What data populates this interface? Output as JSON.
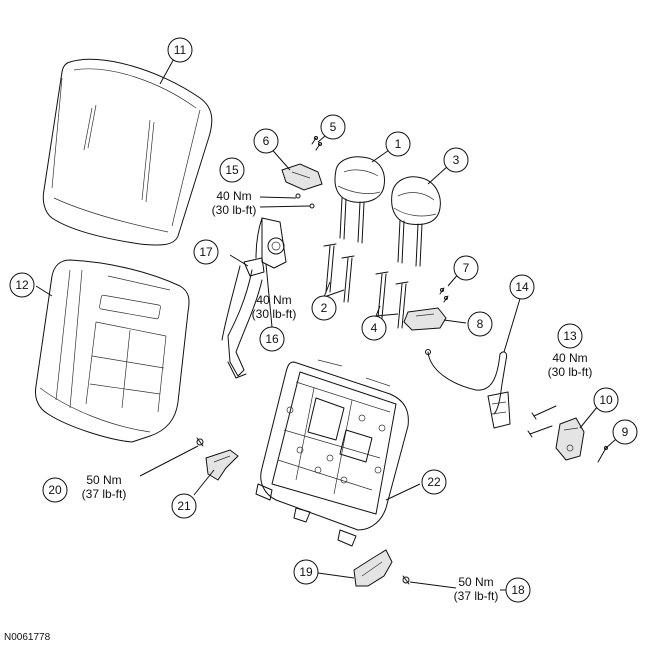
{
  "reference_code": "N0061778",
  "callouts": [
    {
      "id": "callout-1",
      "number": "1"
    },
    {
      "id": "callout-2",
      "number": "2"
    },
    {
      "id": "callout-3",
      "number": "3"
    },
    {
      "id": "callout-4",
      "number": "4"
    },
    {
      "id": "callout-5",
      "number": "5"
    },
    {
      "id": "callout-6",
      "number": "6"
    },
    {
      "id": "callout-7",
      "number": "7"
    },
    {
      "id": "callout-8",
      "number": "8"
    },
    {
      "id": "callout-9",
      "number": "9"
    },
    {
      "id": "callout-10",
      "number": "10"
    },
    {
      "id": "callout-11",
      "number": "11"
    },
    {
      "id": "callout-12",
      "number": "12"
    },
    {
      "id": "callout-13",
      "number": "13"
    },
    {
      "id": "callout-14",
      "number": "14"
    },
    {
      "id": "callout-15",
      "number": "15"
    },
    {
      "id": "callout-16",
      "number": "16"
    },
    {
      "id": "callout-17",
      "number": "17"
    },
    {
      "id": "callout-18",
      "number": "18"
    },
    {
      "id": "callout-19",
      "number": "19"
    },
    {
      "id": "callout-20",
      "number": "20"
    },
    {
      "id": "callout-21",
      "number": "21"
    },
    {
      "id": "callout-22",
      "number": "22"
    }
  ],
  "torque_specs": {
    "spec_15": {
      "nm": "40 Nm",
      "lbft": "(30 lb-ft)"
    },
    "spec_16": {
      "nm": "40 Nm",
      "lbft": "(30 lb-ft)"
    },
    "spec_13": {
      "nm": "40 Nm",
      "lbft": "(30 lb-ft)"
    },
    "spec_20": {
      "nm": "50 Nm",
      "lbft": "(37 lb-ft)"
    },
    "spec_18": {
      "nm": "50 Nm",
      "lbft": "(37 lb-ft)"
    }
  }
}
